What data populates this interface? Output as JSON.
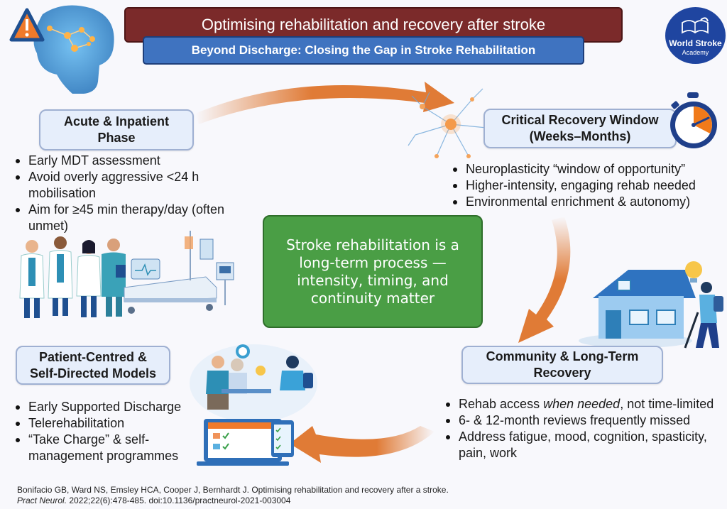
{
  "header": {
    "title": "Optimising rehabilitation and recovery after stroke",
    "subtitle": "Beyond Discharge: Closing the Gap in Stroke Rehabilitation",
    "logo": {
      "line1": "World Stroke",
      "line2": "Academy",
      "icon": "open-book-icon"
    }
  },
  "colors": {
    "title_bg": "#7b2a2a",
    "subtitle_bg": "#3f73c0",
    "center_bg": "#4a9e45",
    "arrow": "#e07b36",
    "phase_box_bg": "#e6eefb",
    "logo_bg": "#1f45a0"
  },
  "phases": {
    "acute": {
      "title_line1": "Acute & Inpatient",
      "title_line2": "Phase",
      "bullets": [
        "Early MDT assessment",
        "Avoid overly aggressive <24 h mobilisation",
        "Aim for ≥45 min therapy/day (often unmet)"
      ],
      "illustration": "medical-team-and-hospital-bed"
    },
    "critical": {
      "title_line1": "Critical Recovery Window",
      "title_line2": "(Weeks–Months)",
      "bullets": [
        "Neuroplasticity “window of opportunity”",
        "Higher-intensity, engaging rehab needed",
        "Environmental enrichment & autonomy)"
      ],
      "illustration": "neurons-and-stopwatch"
    },
    "community": {
      "title_line1": "Community & Long-Term",
      "title_line2": "Recovery",
      "bullets": [
        {
          "pre": "Rehab access ",
          "em": "when needed",
          "post": ", not time-limited"
        },
        "6- & 12-month reviews frequently missed",
        "Address fatigue, mood, cognition, spasticity, pain, work"
      ],
      "illustration": "house-and-walker-with-cane"
    },
    "patient": {
      "title_line1": "Patient-Centred &",
      "title_line2": "Self-Directed Models",
      "bullets": [
        "Early Supported Discharge",
        "Telerehabilitation",
        "“Take Charge” & self-management programmes"
      ],
      "illustration": "consultation-and-devices"
    }
  },
  "center_message": "Stroke rehabilitation is a long-term process — intensity, timing, and continuity matter",
  "citation": {
    "line1": "Bonifacio GB, Ward NS, Emsley HCA, Cooper J, Bernhardt J. Optimising rehabilitation and recovery after a stroke.",
    "journal": "Pract Neurol.",
    "details": " 2022;22(6):478-485. doi:10.1136/practneurol-2021-003004"
  }
}
